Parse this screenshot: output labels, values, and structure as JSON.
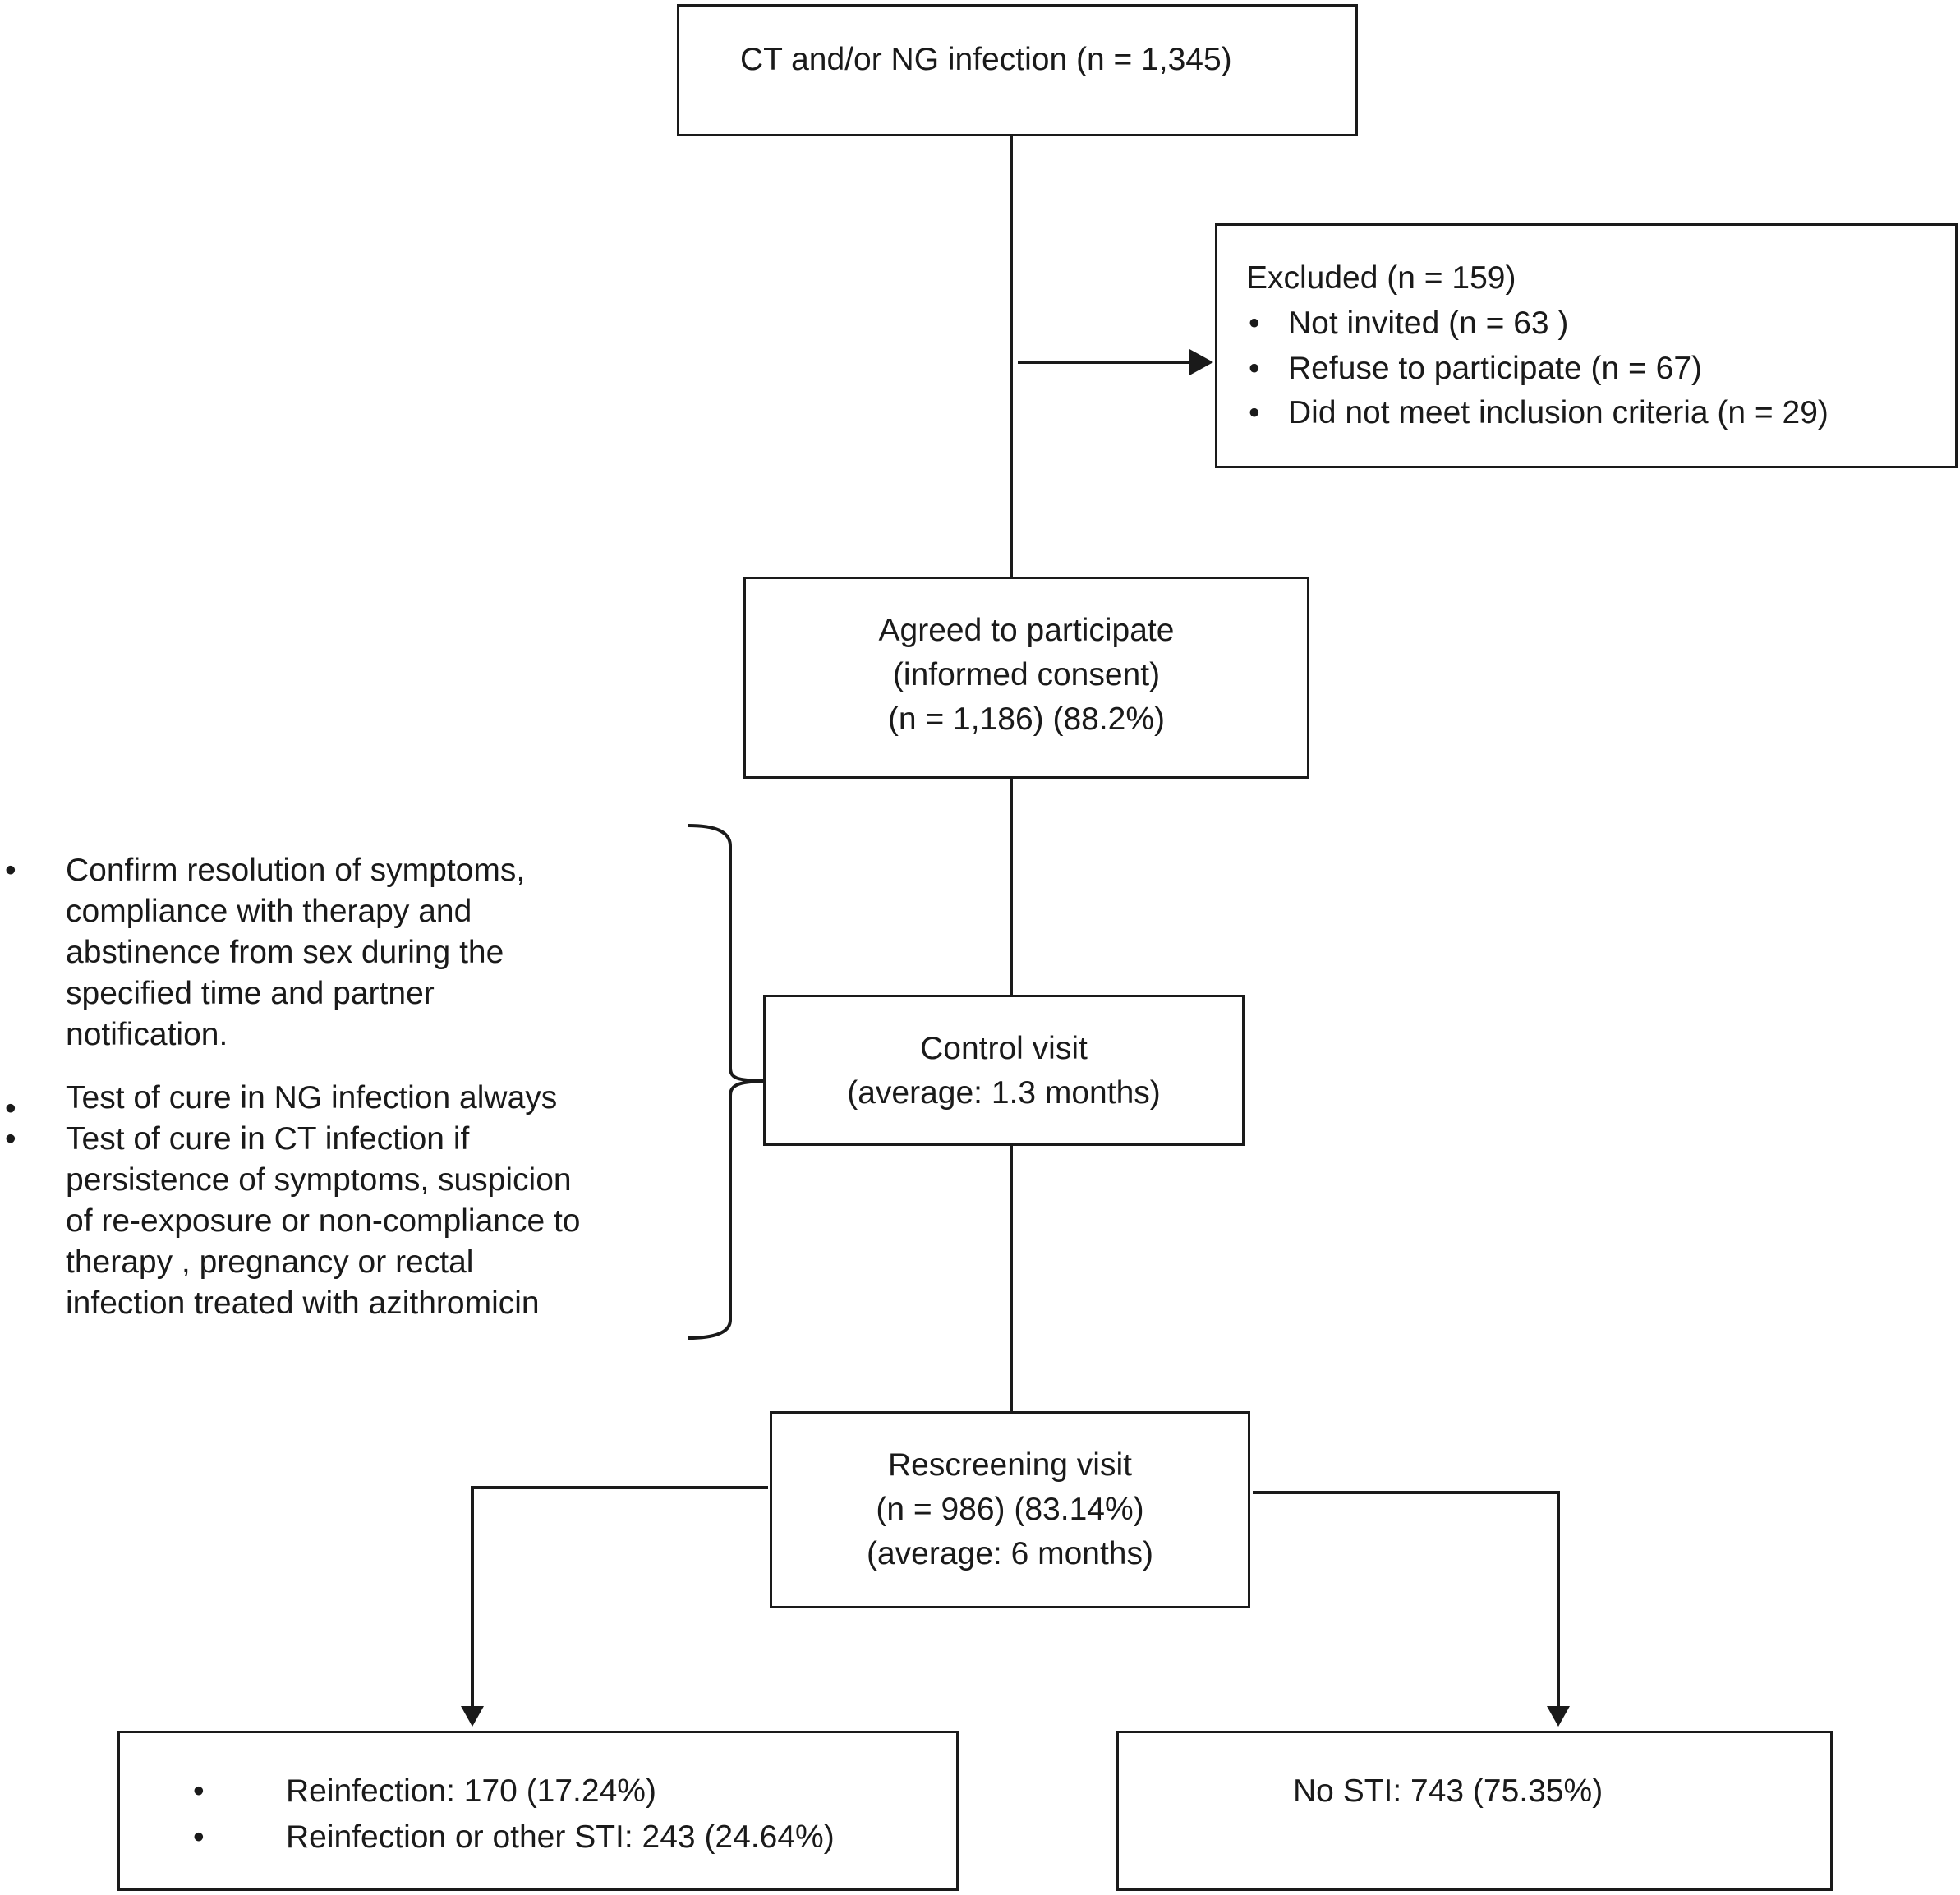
{
  "flow": {
    "start": {
      "label": "CT and/or NG infection (n = 1,345)"
    },
    "excluded": {
      "title": "Excluded  (n = 159)",
      "items": [
        "Not invited (n = 63 )",
        "Refuse to participate (n = 67)",
        "Did not meet inclusion criteria (n = 29)"
      ]
    },
    "agreed": {
      "lines": [
        "Agreed to participate",
        "(informed consent)",
        "(n = 1,186) (88.2%)"
      ]
    },
    "control": {
      "lines": [
        "Control visit",
        "(average: 1.3 months)"
      ]
    },
    "control_notes": {
      "items": [
        [
          "Confirm resolution of symptoms,",
          "compliance with therapy and",
          "abstinence from sex during the",
          "specified time and partner",
          "notification."
        ],
        [
          "Test of cure in NG infection always"
        ],
        [
          "Test of cure in CT infection if",
          "persistence of symptoms, suspicion",
          "of re-exposure or non-compliance to",
          "therapy , pregnancy or rectal",
          "infection treated with azithromicin"
        ]
      ]
    },
    "rescreening": {
      "lines": [
        "Rescreening visit",
        "(n = 986) (83.14%)",
        "(average: 6 months)"
      ]
    },
    "reinfection": {
      "items": [
        "Reinfection: 170 (17.24%)",
        "Reinfection or other STI: 243 (24.64%)"
      ]
    },
    "no_sti": {
      "label": "No STI: 743 (75.35%)"
    }
  },
  "icons": {
    "bullet": "•",
    "arrowhead": "arrowhead-icon",
    "brace": "curly-brace-icon"
  },
  "colors": {
    "stroke": "#1a1a1a",
    "background": "#ffffff"
  }
}
